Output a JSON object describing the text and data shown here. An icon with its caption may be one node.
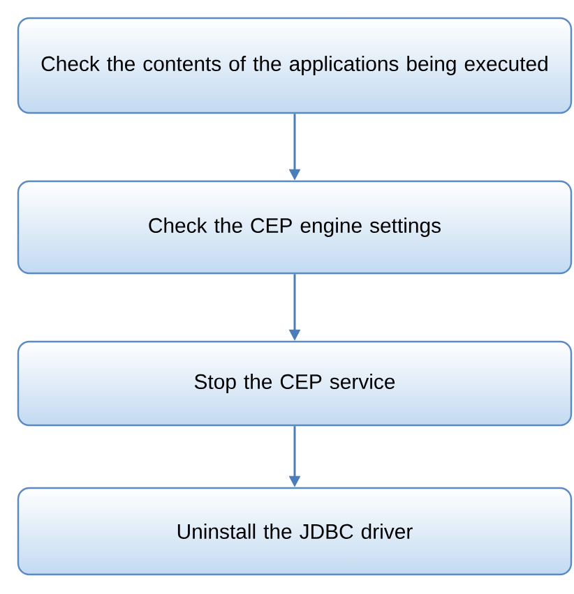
{
  "diagram": {
    "nodes": [
      {
        "text": [
          "Check the contents of the applications being executed"
        ]
      },
      {
        "text": [
          "Check the CEP engine settings"
        ]
      },
      {
        "text": [
          "Stop the CEP service"
        ]
      },
      {
        "text": [
          "Uninstall the JDBC driver"
        ]
      }
    ],
    "edges": [
      {
        "from": 0,
        "to": 1,
        "arrow": "to"
      },
      {
        "from": 1,
        "to": 2,
        "arrow": "to"
      },
      {
        "from": 2,
        "to": 3,
        "arrow": "to"
      }
    ]
  }
}
